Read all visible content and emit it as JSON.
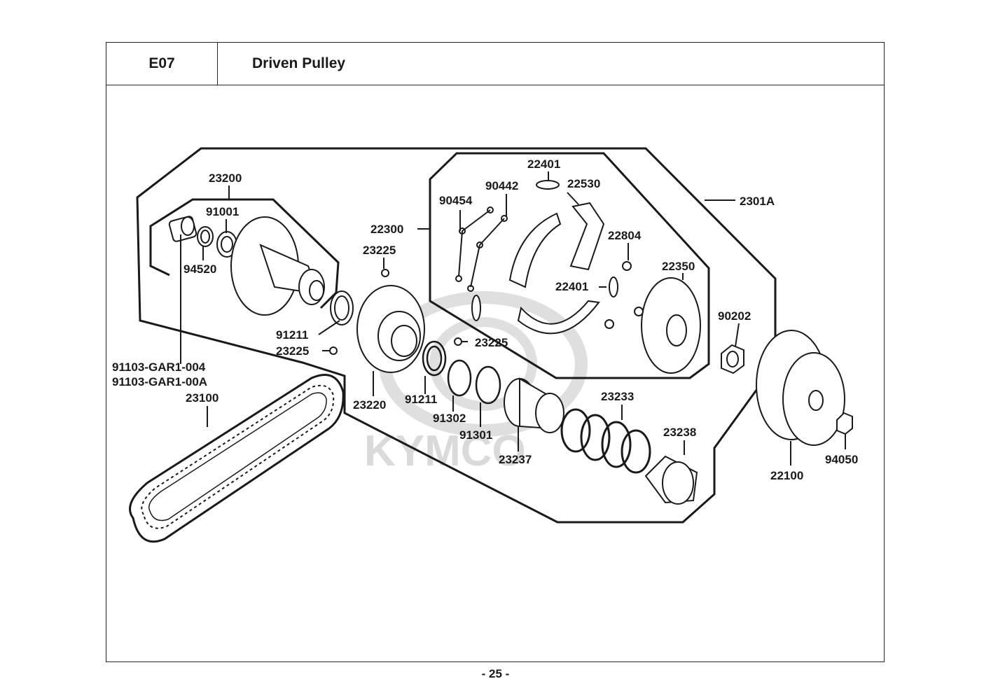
{
  "header": {
    "code": "E07",
    "title": "Driven Pulley"
  },
  "watermark": "KYMCO",
  "page_number": "- 25 -",
  "labels": {
    "l23200": "23200",
    "l91001": "91001",
    "l94520": "94520",
    "l91211a": "91211",
    "l23225a": "23225",
    "l91103a": "91103-GAR1-004",
    "l91103b": "91103-GAR1-00A",
    "l23100": "23100",
    "l22300": "22300",
    "l23225b": "23225",
    "l23225c": "23225",
    "l23220": "23220",
    "l91211b": "91211",
    "l91302": "91302",
    "l91301": "91301",
    "l23237": "23237",
    "l90454": "90454",
    "l90442": "90442",
    "l22401a": "22401",
    "l22530": "22530",
    "l22804": "22804",
    "l22401b": "22401",
    "l22350": "22350",
    "l2301A": "2301A",
    "l90202": "90202",
    "l23233": "23233",
    "l23238": "23238",
    "l22100": "22100",
    "l94050": "94050"
  }
}
